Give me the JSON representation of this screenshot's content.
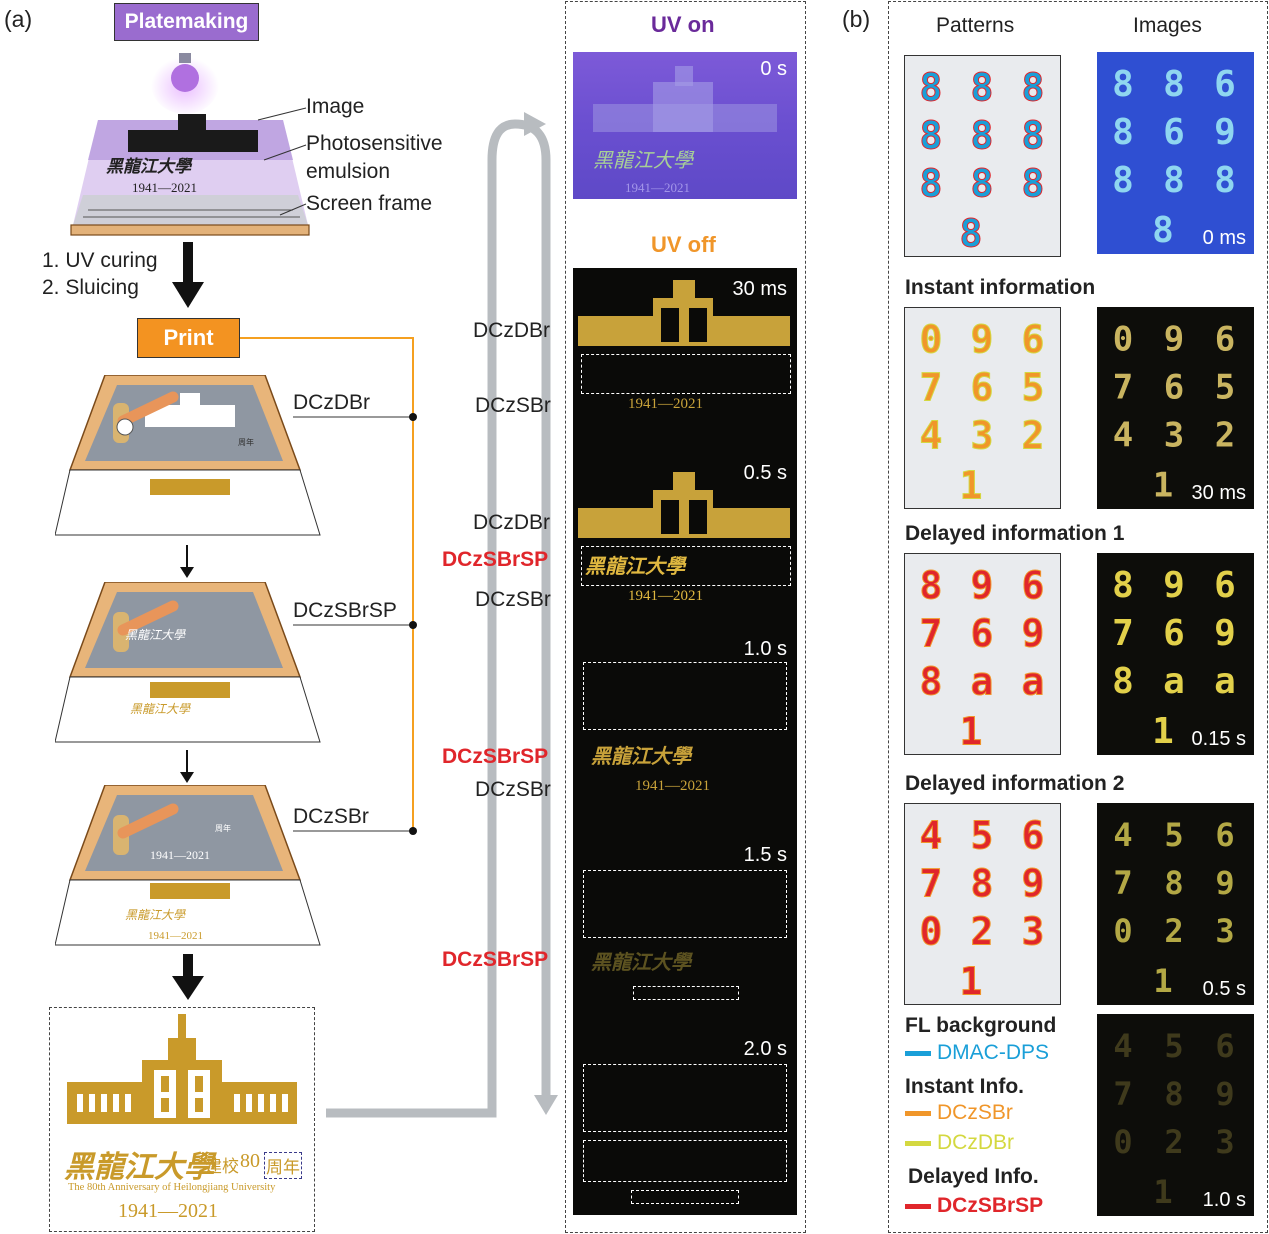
{
  "panel_a": {
    "label": "(a)",
    "platemaking_title": "Platemaking",
    "image_label": "Image",
    "emulsion_label_1": "Photosensitive",
    "emulsion_label_2": "emulsion",
    "screen_frame_label": "Screen frame",
    "step1": "1. UV curing",
    "step2": "2. Sluicing",
    "print_label": "Print",
    "layer_dczdbr": "DCzDBr",
    "layer_dczsbrsp": "DCzSBrSP",
    "layer_dczsbr": "DCzSBr",
    "emblem_chinese": "黑龍江大學",
    "emblem_jianxiao": "建校",
    "emblem_80": "80",
    "emblem_zhounian": "周年",
    "emblem_english": "The 80th Anniversary of Heilongjiang University",
    "emblem_years": "1941—2021",
    "small_zhounian": "周年",
    "years_small": "1941—2021"
  },
  "middle": {
    "uv_on": "UV on",
    "uv_off": "UV off",
    "t0": "0 s",
    "t30": "30 ms",
    "t05": "0.5 s",
    "t10": "1.0 s",
    "t15": "1.5 s",
    "t20": "2.0 s",
    "side_dczdbr_1": "DCzDBr",
    "side_dczsbr_1": "DCzSBr",
    "side_dczdbr_2": "DCzDBr",
    "side_dczsbrsp_2": "DCzSBrSP",
    "side_dczsbr_2": "DCzSBr",
    "side_dczsbrsp_3": "DCzSBrSP",
    "side_dczsbr_3": "DCzSBr",
    "side_dczsbrsp_4": "DCzSBrSP"
  },
  "panel_b": {
    "label": "(b)",
    "patterns_header": "Patterns",
    "images_header": "Images",
    "instant_title": "Instant information",
    "delayed1_title": "Delayed information 1",
    "delayed2_title": "Delayed information 2",
    "time_0": "0 ms",
    "time_30": "30 ms",
    "time_015": "0.15 s",
    "time_05": "0.5 s",
    "time_10": "1.0 s",
    "legend_fl_title": "FL background",
    "legend_fl_item": "DMAC-DPS",
    "legend_instant_title": "Instant Info.",
    "legend_instant_1": "DCzSBr",
    "legend_instant_2": "DCzDBr",
    "legend_delayed_title": "Delayed Info.",
    "legend_delayed_1": "DCzSBrSP",
    "digits_instant": [
      "0",
      "9",
      "6",
      "7",
      "6",
      "5",
      "4",
      "3",
      "2",
      "1"
    ],
    "digits_delayed1": [
      "8",
      "9",
      "6",
      "7",
      "6",
      "9",
      "8",
      "a",
      "a",
      "1"
    ],
    "digits_delayed2": [
      "4",
      "5",
      "6",
      "7",
      "8",
      "9",
      "0",
      "2",
      "3",
      "1"
    ],
    "digits_pattern1": [
      "8",
      "8",
      "8",
      "8",
      "8",
      "8",
      "8",
      "8",
      "8",
      "8"
    ],
    "digits_image_uv": [
      "8",
      "8",
      "6",
      "8",
      "6",
      "9",
      "8",
      "8",
      "8",
      "8"
    ]
  },
  "colors": {
    "uv_on": "#6a2a9a",
    "uv_off": "#f0962a",
    "dczsbrsp": "#e0262b",
    "dmac_dps": "#1a9fd8",
    "dczsbr": "#f0962a",
    "dczdbr": "#d4d840",
    "gold": "#c99a2a",
    "print_box": "#f39321",
    "platemaking_box": "#8b5cc1",
    "orange_line": "#f5a020"
  }
}
